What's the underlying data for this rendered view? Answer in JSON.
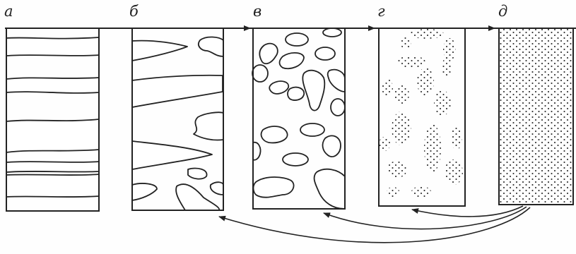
{
  "stages": [
    {
      "id": "a",
      "label": "а"
    },
    {
      "id": "b",
      "label": "б"
    },
    {
      "id": "v",
      "label": "в"
    },
    {
      "id": "g",
      "label": "г"
    },
    {
      "id": "d",
      "label": "д"
    }
  ],
  "colors": {
    "ink": "#222222",
    "paper": "#fefefe"
  },
  "icons": {
    "arrowhead": "arrowhead-icon"
  }
}
